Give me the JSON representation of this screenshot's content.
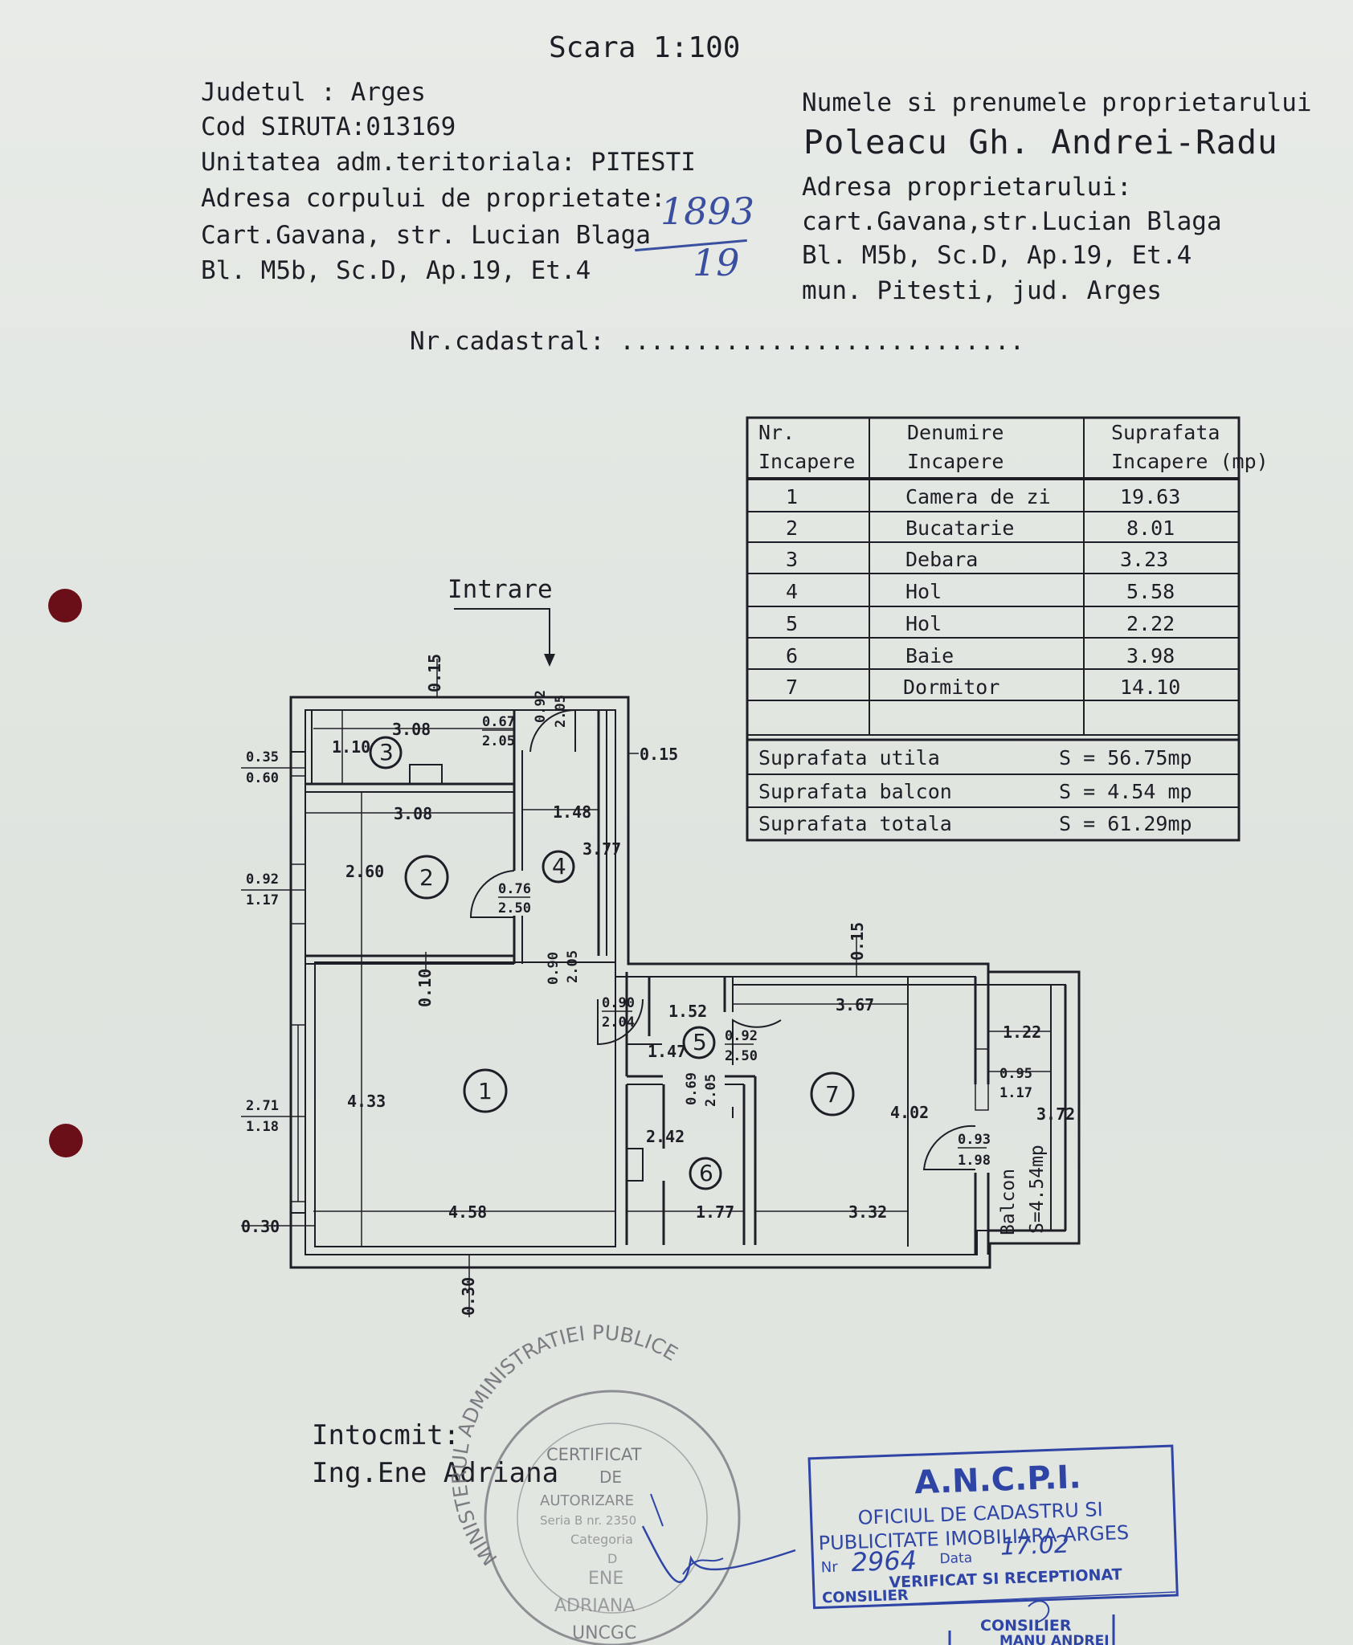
{
  "header": {
    "scale": "Scara 1:100"
  },
  "property": {
    "judet": "Judetul : Arges",
    "siruta": "Cod SIRUTA:013169",
    "uat": "Unitatea adm.teritoriala: PITESTI",
    "address_label": "Adresa corpului de proprietate:",
    "address_line1": "Cart.Gavana, str. Lucian Blaga",
    "address_line2": "Bl. M5b, Sc.D, Ap.19, Et.4"
  },
  "handwritten": {
    "top": "1893",
    "bottom": "19"
  },
  "owner": {
    "label": "Numele si prenumele proprietarului",
    "name": "Poleacu Gh. Andrei-Radu",
    "address_label": "Adresa proprietarului:",
    "line1": "cart.Gavana,str.Lucian Blaga",
    "line2": "Bl. M5b, Sc.D, Ap.19, Et.4",
    "line3": "mun. Pitesti, jud. Arges"
  },
  "cadastral": "Nr.cadastral: ...........................",
  "rooms_table": {
    "headers": [
      [
        "Nr.",
        "Incapere"
      ],
      [
        "Denumire",
        "Incapere"
      ],
      [
        "Suprafata",
        "Incapere (mp)"
      ]
    ],
    "rows": [
      {
        "nr": "1",
        "name": "Camera de zi",
        "area": "19.63"
      },
      {
        "nr": "2",
        "name": "Bucatarie",
        "area": "8.01"
      },
      {
        "nr": "3",
        "name": "Debara",
        "area": "3.23"
      },
      {
        "nr": "4",
        "name": "Hol",
        "area": "5.58"
      },
      {
        "nr": "5",
        "name": "Hol",
        "area": "2.22"
      },
      {
        "nr": "6",
        "name": "Baie",
        "area": "3.98"
      },
      {
        "nr": "7",
        "name": "Dormitor",
        "area": "14.10"
      }
    ],
    "totals": [
      {
        "label": "Suprafata  utila",
        "value": "S = 56.75mp"
      },
      {
        "label": "Suprafata  balcon",
        "value": "S =  4.54 mp"
      },
      {
        "label": "Suprafata   totala",
        "value": "S = 61.29mp"
      }
    ]
  },
  "plan": {
    "entrance": "Intrare",
    "room_labels": [
      "1",
      "2",
      "3",
      "4",
      "5",
      "6",
      "7"
    ],
    "balcony": "Balcon",
    "balcony_area": "S=4.54mp",
    "dims": {
      "d_015_top": "0.15",
      "d_308_a": "3.08",
      "d_110": "1.10",
      "d_067_205": "0.67",
      "d_205_a": "2.05",
      "d_092": "0.92",
      "d_205_b": "2.05",
      "d_015_r": "0.15",
      "d_035": "0.35",
      "d_060": "0.60",
      "d_308_b": "3.08",
      "d_148": "1.48",
      "d_377": "3.77",
      "d_260": "2.60",
      "d_092_l": "0.92",
      "d_117_l": "1.17",
      "d_076": "0.76",
      "d_250_a": "2.50",
      "d_015_mid": "0.15",
      "d_010": "0.10",
      "d_090_v": "0.90",
      "d_205_c": "2.05",
      "d_090": "0.90",
      "d_204": "2.04",
      "d_152": "1.52",
      "d_367": "3.67",
      "d_092_b": "0.92",
      "d_250_b": "2.50",
      "d_147": "1.47",
      "d_122": "1.22",
      "d_095": "0.95",
      "d_117_r": "1.17",
      "d_433": "4.33",
      "d_271": "2.71",
      "d_118": "1.18",
      "d_069": "0.69",
      "d_205_d": "2.05",
      "d_402": "4.02",
      "d_372": "3.72",
      "d_242": "2.42",
      "d_093": "0.93",
      "d_198": "1.98",
      "d_030_l": "0.30",
      "d_458": "4.58",
      "d_177": "1.77",
      "d_332": "3.32",
      "d_030_b": "0.30"
    }
  },
  "author": {
    "label": "Intocmit:",
    "name": "Ing.Ene  Adriana"
  },
  "seal": {
    "ring": "MINISTERUL ADMINISTRATIEI PUBLICE",
    "bottom": "UNCGC",
    "lines": [
      "CERTIFICAT",
      "DE",
      "AUTORIZARE",
      "Seria B nr. 2350",
      "Categoria",
      "D",
      "ENE",
      "ADRIANA"
    ]
  },
  "ancpi": {
    "title": "A.N.C.P.I.",
    "line1": "OFICIUL DE CADASTRU SI",
    "line2": "PUBLICITATE IMOBILIARA ARGES",
    "nr_label": "Nr",
    "nr_value": "2964",
    "data_label": "Data",
    "data_value": "17.02",
    "verified": "VERIFICAT SI RECEPTIONAT",
    "consilier": "CONSILIER",
    "consilier2": "CONSILIER",
    "consilier_name": "MANU ANDREI"
  },
  "colors": {
    "ink": "#1e1e26",
    "stamp_blue": "#2f45a6",
    "punch_hole": "#6a0e18"
  }
}
